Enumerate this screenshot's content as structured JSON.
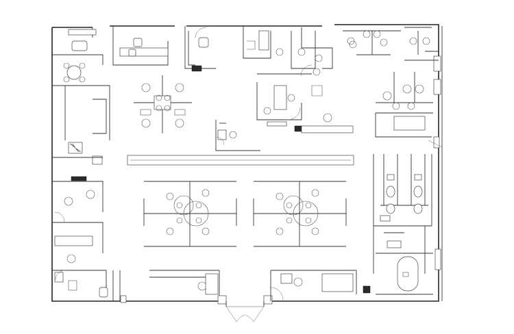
{
  "colors": {
    "background": "#ffffff",
    "line": "#222222"
  },
  "plan": {
    "elements": [
      {
        "name": "exterior-wall",
        "interactable": false
      },
      {
        "name": "room-top-left-office",
        "interactable": false
      },
      {
        "name": "room-top-center-office",
        "interactable": false
      },
      {
        "name": "room-top-right-workstations",
        "interactable": false
      },
      {
        "name": "conference-room-left",
        "interactable": false
      },
      {
        "name": "conference-room-right",
        "interactable": false
      },
      {
        "name": "corridor-counter",
        "interactable": false
      },
      {
        "name": "cluster-desk-left",
        "interactable": false
      },
      {
        "name": "cluster-desk-right",
        "interactable": false
      },
      {
        "name": "pinwheel-workstation-cluster",
        "interactable": false
      },
      {
        "name": "restroom-block",
        "interactable": false
      },
      {
        "name": "oval-conference-table",
        "interactable": false
      },
      {
        "name": "entry-double-door",
        "interactable": false
      },
      {
        "name": "office-bottom-left",
        "interactable": false
      },
      {
        "name": "office-bottom-right",
        "interactable": false
      }
    ]
  }
}
